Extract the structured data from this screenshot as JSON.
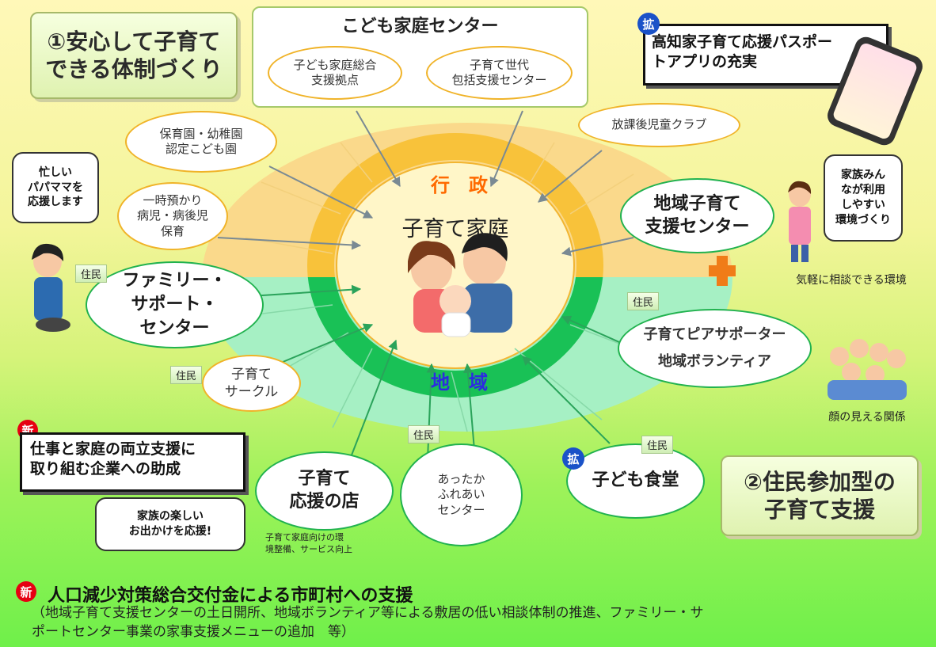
{
  "title_box_1": "①安心して子育て\nできる体制づくり",
  "title_box_2": "②住民参加型の\n子育て支援",
  "kodomo_center": {
    "title": "こども家庭センター",
    "item1": "子ども家庭総合\n支援拠点",
    "item2": "子育て世代\n包括支援センター"
  },
  "passport": {
    "badge": "拡",
    "text": "高知家子育て応援パスポー\nトアプリの充実"
  },
  "gyousei_label": "行　政",
  "chiiki_label": "地　域",
  "center_label": "子育て家庭",
  "admin_items": {
    "hoikuen": "保育園・幼稚園\n認定こども園",
    "ichiji": "一時預かり\n病児・病後児\n保育",
    "houkago": "放課後児童クラブ",
    "chiiki_center": "地域子育て\n支援センター"
  },
  "community_items": {
    "family_support": "ファミリー・\nサポート・\nセンター",
    "circle": "子育て\nサークル",
    "ouen_mise": "子育て\n応援の店",
    "attaka": "あったか\nふれあい\nセンター",
    "kodomo_shokudo": "子ども食堂",
    "peer": "子育てピアサポーター\n地域ボランティア"
  },
  "jumin_tag": "住民",
  "badge_ext": "拡",
  "badge_new": "新",
  "left_bubble": "忙しい\nパパママを\n応援します",
  "right_bubble": "家族みん\nなが利用\nしやすい\n環境づくり",
  "right_caption": "気軽に相談できる環境",
  "crowd_caption": "顔の見える関係",
  "work_support": "仕事と家庭の両立支援に\n取り組む企業への助成",
  "outing_bubble": "家族の楽しい\nお出かけを応援!",
  "shop_note": "子育て家庭向けの環\n境整備、サービス向上",
  "bottom": {
    "title": "人口減少対策総合交付金による市町村への支援",
    "desc": "（地域子育て支援センターの土日開所、地域ボランティア等による敷居の低い相談体制の推進、ファミリー・サ\nポートセンター事業の家事支援メニューの追加　等）"
  },
  "colors": {
    "orange": "#f0b328",
    "green": "#21b24f",
    "gyousei": "#ff6a00",
    "chiiki": "#2d2be0"
  }
}
